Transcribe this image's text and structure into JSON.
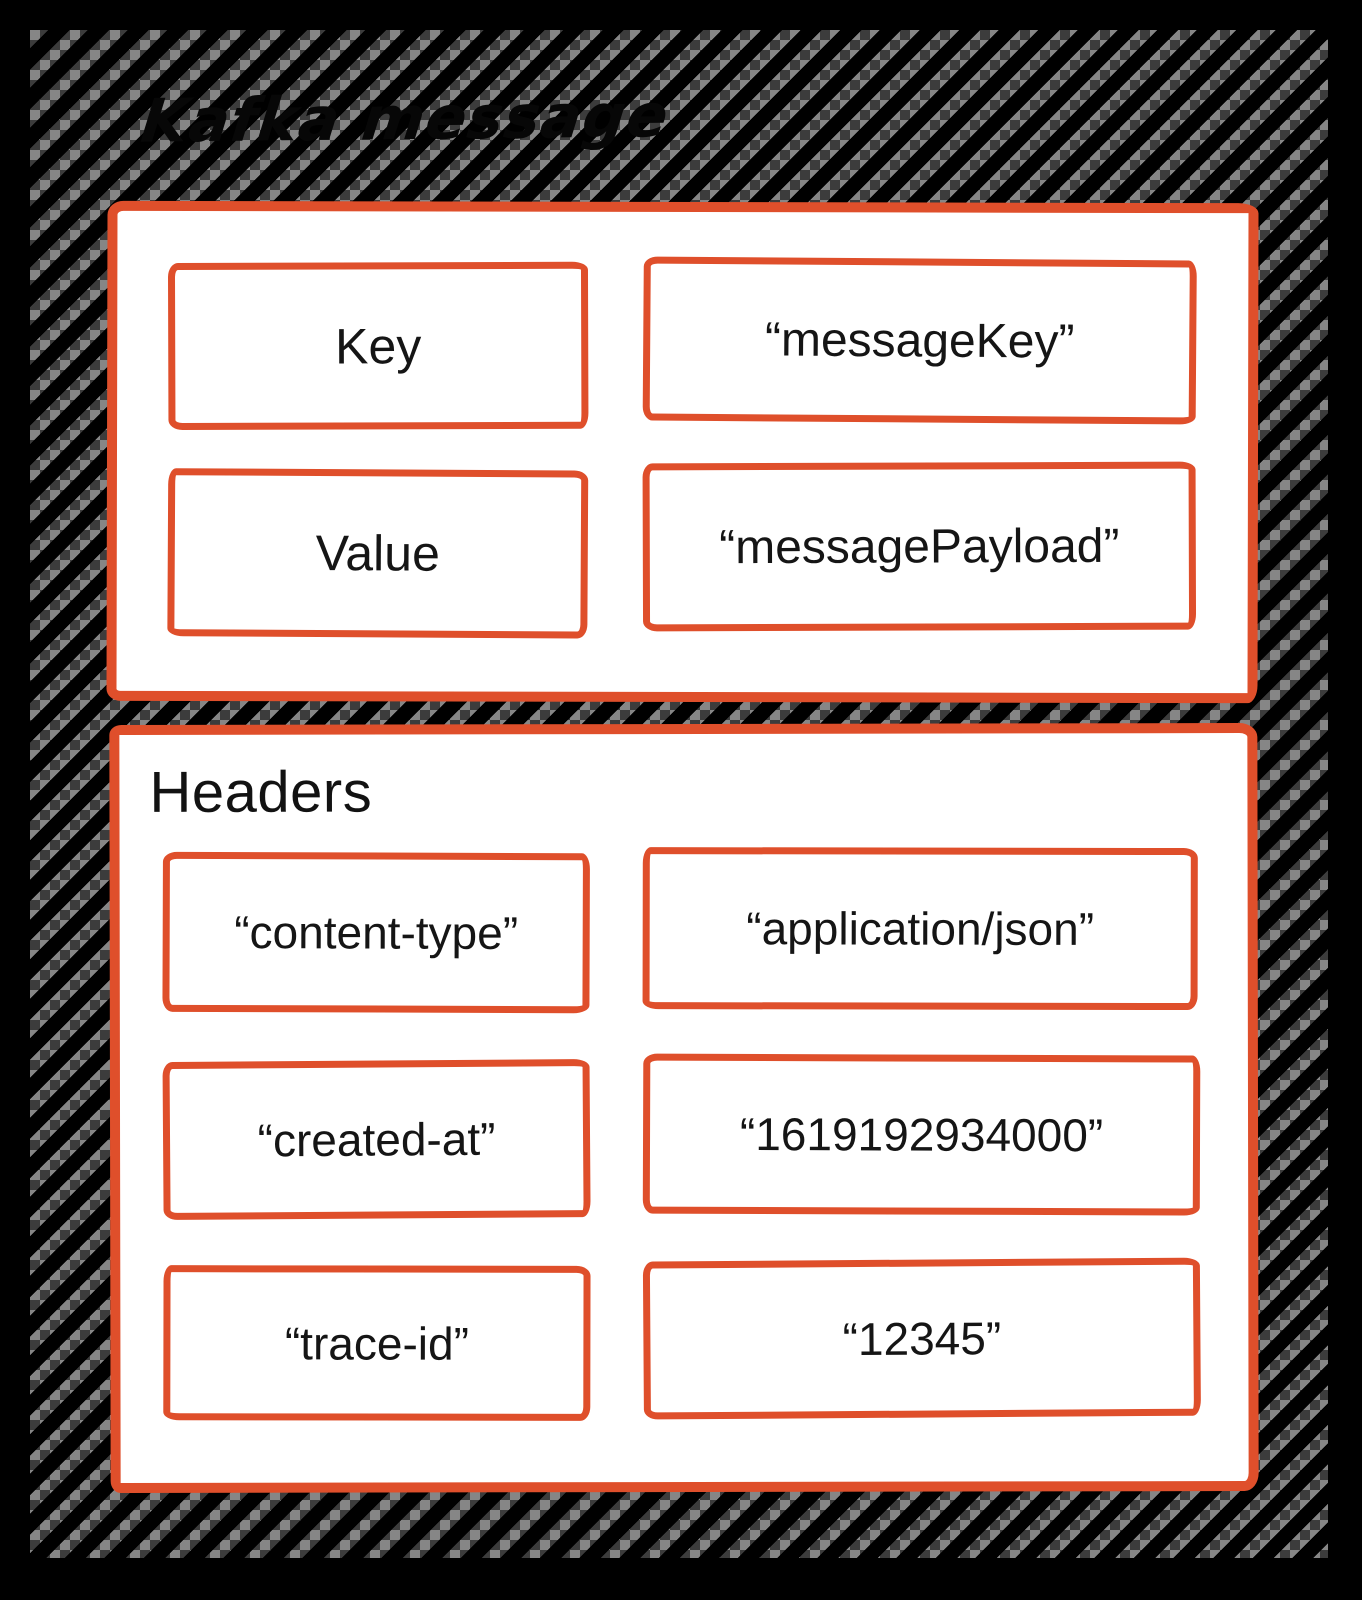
{
  "title": "Kafka message",
  "colors": {
    "accent": "#DF4F2B",
    "panel_bg": "#FFFFFF",
    "text": "#151515",
    "hatch_gray": "#868686",
    "hatch_black": "#000000"
  },
  "message_panel": {
    "rows": [
      {
        "label": "Key",
        "value": "“messageKey”"
      },
      {
        "label": "Value",
        "value": "“messagePayload”"
      }
    ]
  },
  "headers_panel": {
    "label": "Headers",
    "rows": [
      {
        "key": "“content-type”",
        "value": "“application/json”"
      },
      {
        "key": "“created-at”",
        "value": "“1619192934000”"
      },
      {
        "key": "“trace-id”",
        "value": "“12345”"
      }
    ]
  }
}
